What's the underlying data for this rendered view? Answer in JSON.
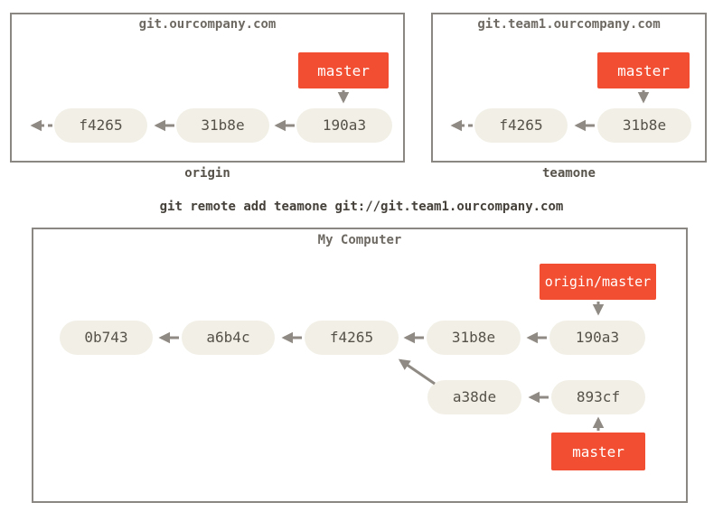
{
  "colors": {
    "red": "#f14e32",
    "node_fill": "#f1efe6",
    "node_text": "#56524a",
    "arrow": "#8f8a83",
    "border": "#8a8681",
    "title_text": "#6e6a63",
    "caption_text": "#57534b",
    "command_text": "#45413a",
    "bg": "#ffffff"
  },
  "command_line": "git remote add teamone git://git.team1.ourcompany.com",
  "origin_repo": {
    "title": "git.ourcompany.com",
    "caption": "origin",
    "branch_label": "master",
    "commits": [
      "f4265",
      "31b8e",
      "190a3"
    ]
  },
  "teamone_repo": {
    "title": "git.team1.ourcompany.com",
    "caption": "teamone",
    "branch_label": "master",
    "commits": [
      "f4265",
      "31b8e"
    ]
  },
  "local_repo": {
    "title": "My Computer",
    "remote_branch_label": "origin/master",
    "local_branch_label": "master",
    "main_commits": [
      "0b743",
      "a6b4c",
      "f4265",
      "31b8e",
      "190a3"
    ],
    "topic_commits": [
      "a38de",
      "893cf"
    ]
  }
}
